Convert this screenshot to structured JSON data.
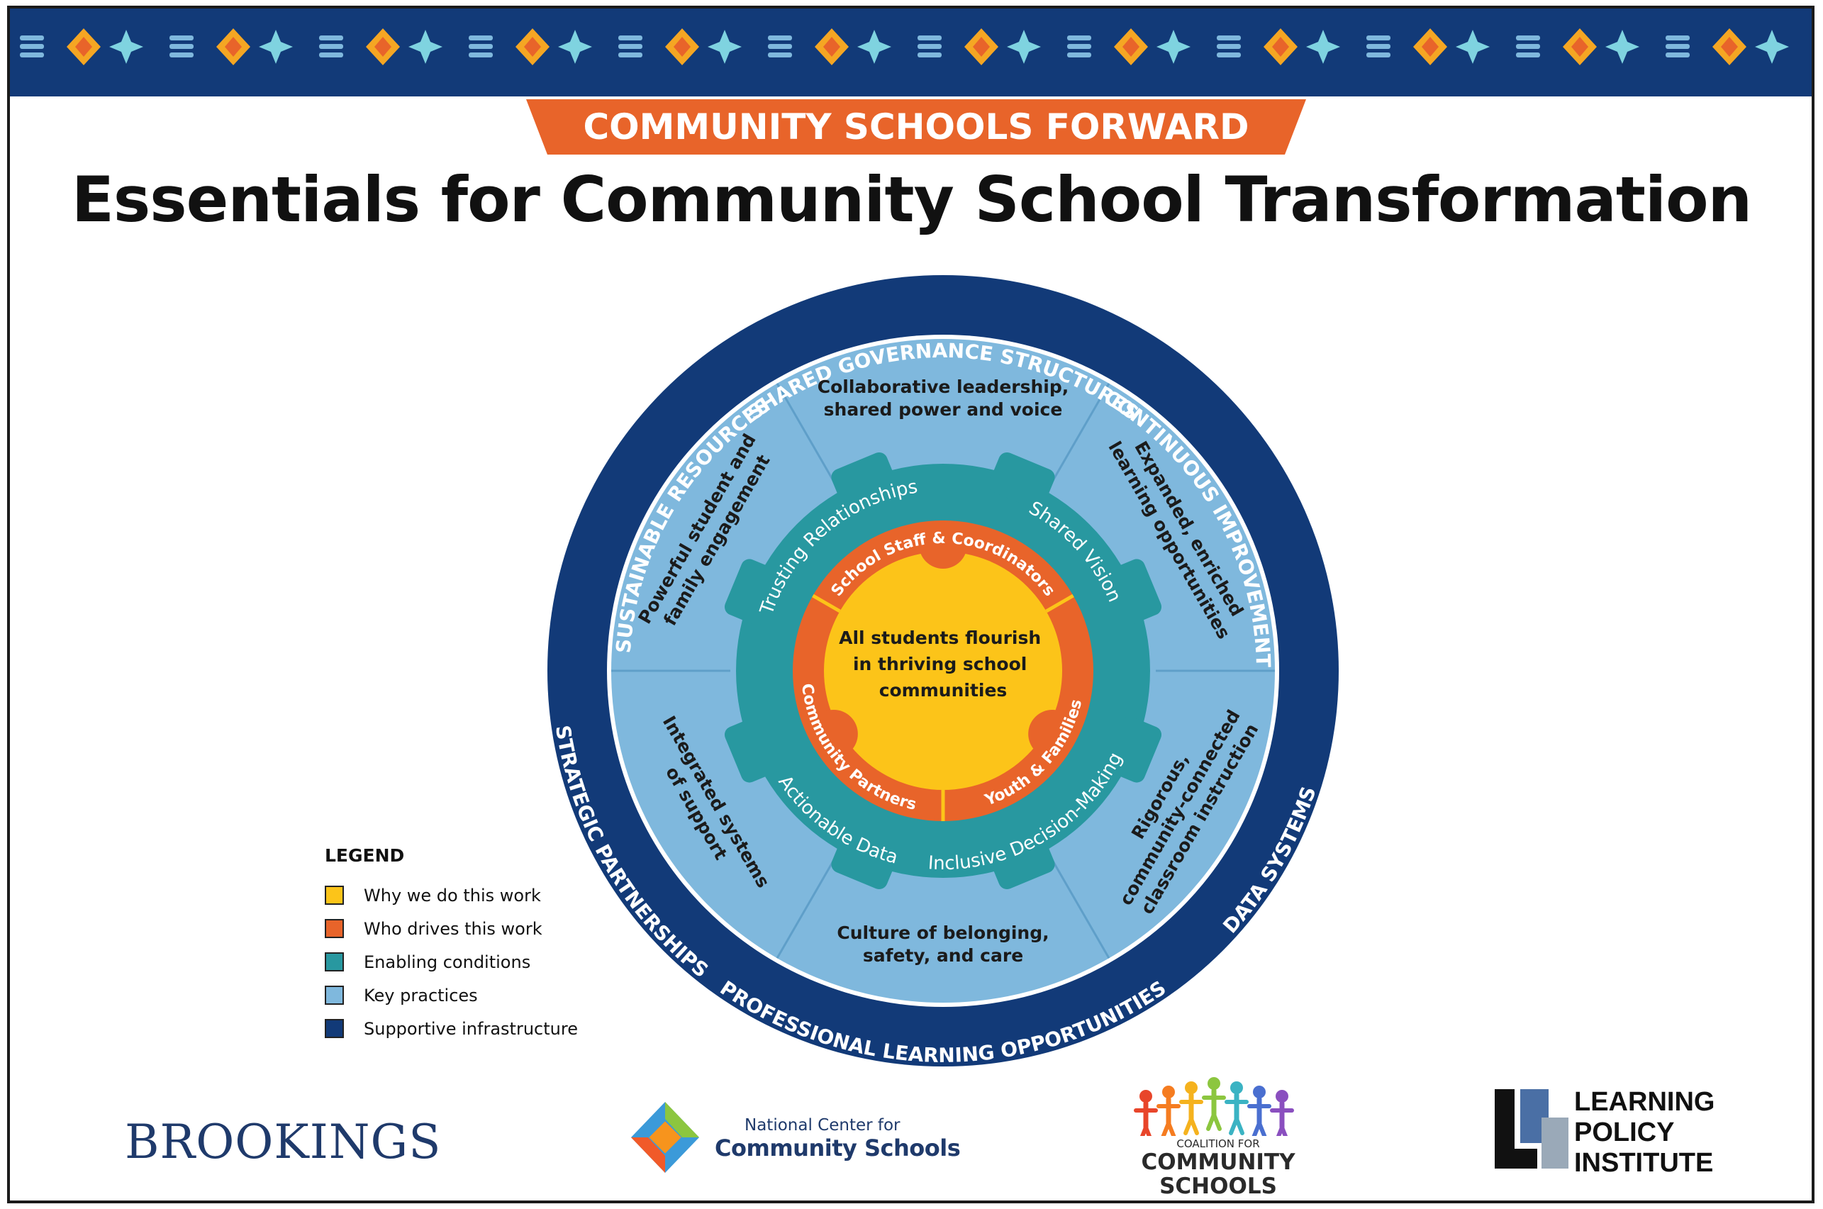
{
  "banner": {
    "label": "COMMUNITY SCHOOLS FORWARD",
    "pattern_color": "#123a78",
    "accent_color": "#e8642a"
  },
  "title": "Essentials for Community School Transformation",
  "diagram": {
    "center": {
      "lines": [
        "All students flourish",
        "in thriving school",
        "communities"
      ],
      "color": "#fcc419"
    },
    "drivers": {
      "color": "#e8642a",
      "items": [
        "School Staff & Coordinators",
        "Youth & Families",
        "Community Partners"
      ]
    },
    "enabling_conditions": {
      "color": "#2898a0",
      "items": [
        "Trusting Relationships",
        "Shared Vision",
        "Inclusive Decision-Making",
        "Actionable Data"
      ]
    },
    "key_practices": {
      "color": "#7fb8dd",
      "items": [
        {
          "lines": [
            "Collaborative leadership,",
            "shared power and voice"
          ]
        },
        {
          "lines": [
            "Expanded, enriched",
            "learning opportunities"
          ]
        },
        {
          "lines": [
            "Rigorous,",
            "community-connected",
            "classroom instruction"
          ]
        },
        {
          "lines": [
            "Culture of belonging,",
            "safety, and care"
          ]
        },
        {
          "lines": [
            "Integrated systems",
            "of support"
          ]
        },
        {
          "lines": [
            "Powerful student and",
            "family engagement"
          ]
        }
      ]
    },
    "infrastructure": {
      "color": "#123a78",
      "items": [
        "SHARED GOVERNANCE STRUCTURES",
        "CONTINUOUS IMPROVEMENT",
        "DATA SYSTEMS",
        "PROFESSIONAL LEARNING OPPORTUNITIES",
        "STRATEGIC PARTNERSHIPS",
        "SUSTAINABLE RESOURCES"
      ]
    }
  },
  "legend": {
    "title": "LEGEND",
    "items": [
      {
        "label": "Why we do this work",
        "color": "#fcc419"
      },
      {
        "label": "Who drives this work",
        "color": "#e8642a"
      },
      {
        "label": "Enabling conditions",
        "color": "#2898a0"
      },
      {
        "label": "Key practices",
        "color": "#7fb8dd"
      },
      {
        "label": "Supportive infrastructure",
        "color": "#123a78"
      }
    ]
  },
  "footer": {
    "brookings": "BROOKINGS",
    "ncc_line1": "National Center for",
    "ncc_line2": "Community Schools",
    "ccs_line1": "COALITION FOR",
    "ccs_line2": "COMMUNITY",
    "ccs_line3": "SCHOOLS",
    "lpi_line1": "LEARNING",
    "lpi_line2": "POLICY",
    "lpi_line3": "INSTITUTE"
  }
}
